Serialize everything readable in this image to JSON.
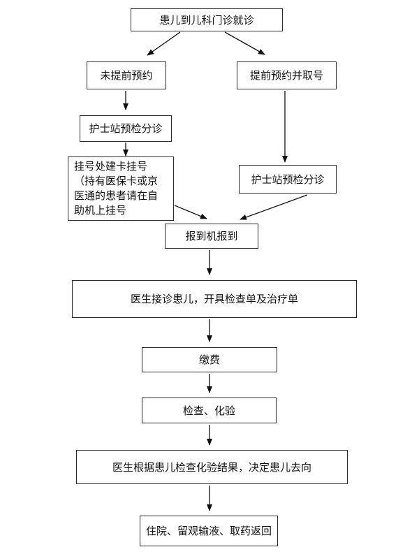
{
  "nodes": {
    "start": "患儿到儿科门诊就诊",
    "no_appointment": "未提前预约",
    "has_appointment": "提前预约并取号",
    "triage_left": "护士站预检分诊",
    "registration_lines": [
      "挂号处建卡挂号",
      "（持有医保卡或京",
      "医通的患者请在自",
      "助机上挂号"
    ],
    "triage_right": "护士站预检分诊",
    "checkin": "报到机报到",
    "consultation": "医生接诊患儿，开具检查单及治疗单",
    "payment": "缴费",
    "examination": "检查、化验",
    "decision": "医生根据患儿检查化验结果，决定患儿去向",
    "outcome": "住院、留观输液、取药返回"
  }
}
